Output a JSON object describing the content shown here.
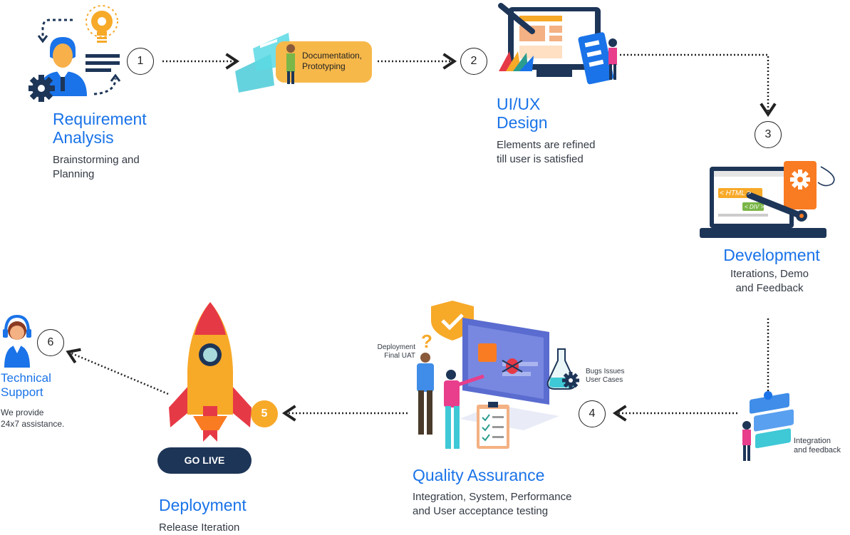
{
  "steps": [
    {
      "num": "1",
      "title_l1": "Requirement",
      "title_l2": "Analysis",
      "desc_l1": "Brainstorming and",
      "desc_l2": "Planning"
    },
    {
      "num": "2",
      "title_l1": "UI/UX",
      "title_l2": "Design",
      "desc_l1": "Elements are refined",
      "desc_l2": "till user is satisfied"
    },
    {
      "num": "3",
      "title": "Development",
      "desc_l1": "Iterations, Demo",
      "desc_l2": "and Feedback"
    },
    {
      "num": "4",
      "title": "Quality Assurance",
      "desc_l1": "Integration, System, Performance",
      "desc_l2": "and User acceptance testing"
    },
    {
      "num": "5",
      "title": "Deployment",
      "desc": "Release Iteration",
      "badge": "GO LIVE"
    },
    {
      "num": "6",
      "title_l1": "Technical",
      "title_l2": "Support",
      "desc_l1": "We provide",
      "desc_l2": "24x7 assistance."
    }
  ],
  "labels": {
    "documentation_l1": "Documentation,",
    "documentation_l2": "Prototyping",
    "deployment_uat_l1": "Deployment",
    "deployment_uat_l2": "Final UAT",
    "bugs_l1": "Bugs Issues",
    "bugs_l2": "User Cases",
    "integration_l1": "Integration",
    "integration_l2": "and feedback",
    "html_tag": "< HTML >",
    "div_tag": "< DIV >"
  },
  "colors": {
    "accent": "#1a73e8",
    "orange": "#f7a928",
    "navy": "#1d3557",
    "dark": "#222222"
  }
}
